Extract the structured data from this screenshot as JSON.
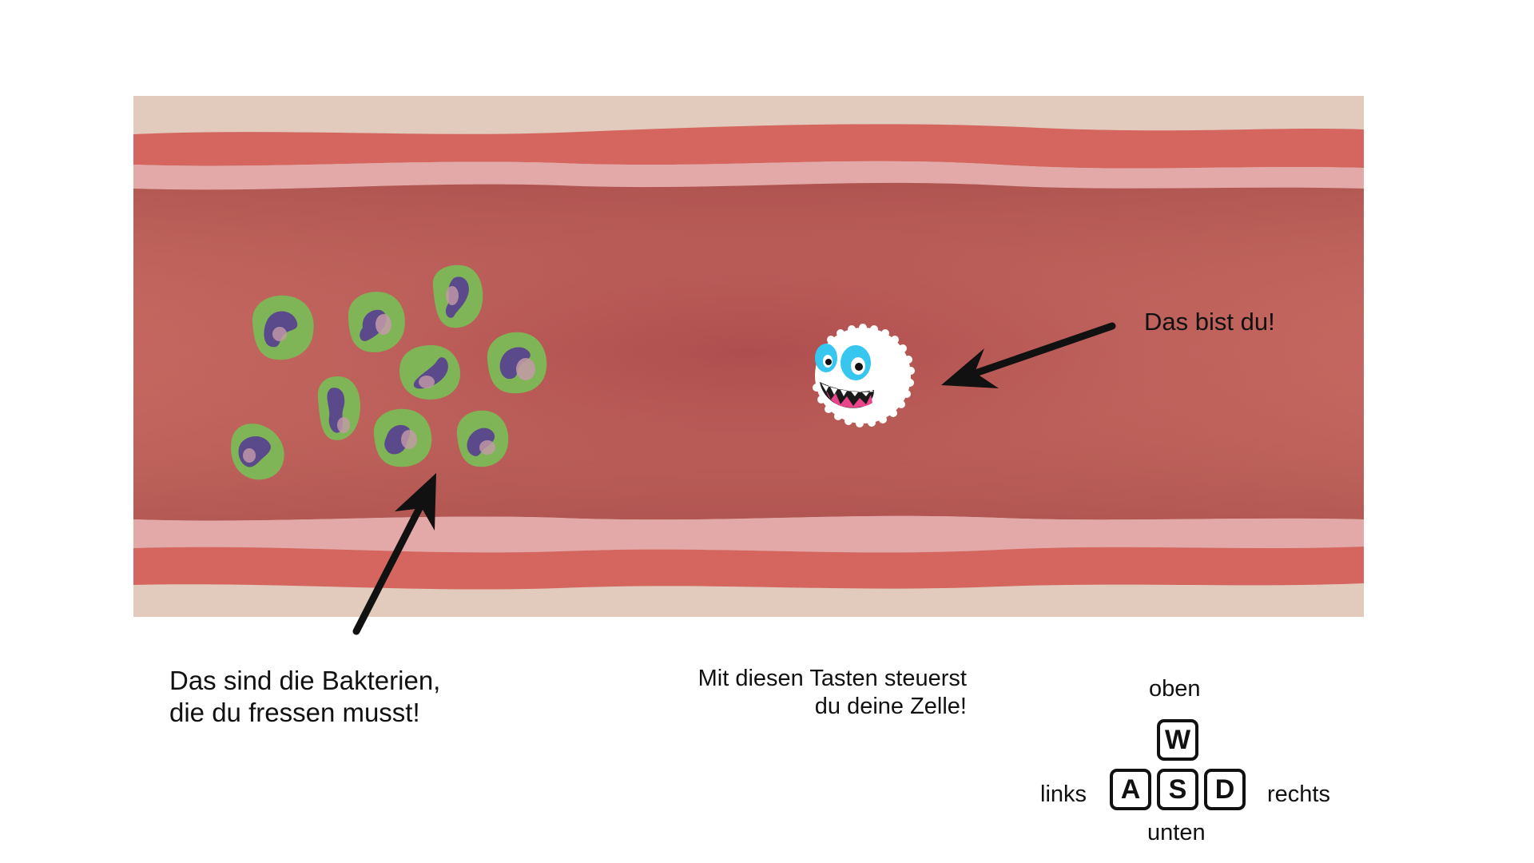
{
  "game": {
    "player_caption": "Das bist du!",
    "bacteria_caption": "Das sind die Bakterien,\ndie du fressen musst!",
    "controls_caption": "Mit diesen Tasten steuerst\ndu deine Zelle!",
    "controls": {
      "up_label": "oben",
      "left_label": "links",
      "right_label": "rechts",
      "down_label": "unten",
      "keys": {
        "up": "W",
        "left": "A",
        "down": "S",
        "right": "D"
      }
    }
  },
  "colors": {
    "background": "#ffffff",
    "vessel_outer": "#e2cbbc",
    "vessel_wall_red": "#d4665f",
    "vessel_wall_pink": "#e3a8a8",
    "vessel_lumen": "#c0605a",
    "vessel_lumen_dark": "#9e3b3b",
    "bacteria_green": "#7fb457",
    "bacteria_purple": "#5a4a8c",
    "player_white": "#ffffff",
    "player_eye": "#36c6f0",
    "player_teeth": "#e8458a",
    "arrow": "#111111"
  },
  "icons": {
    "player": "white-blood-cell-icon",
    "bacteria": "bacteria-icon"
  }
}
